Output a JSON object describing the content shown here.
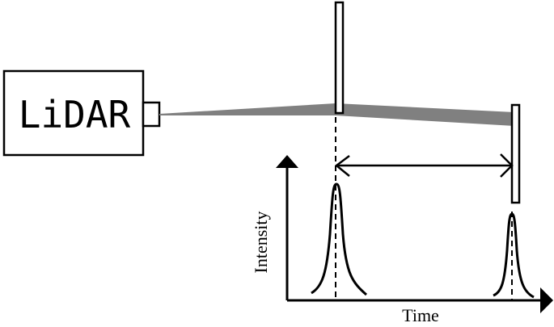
{
  "device": {
    "label": "LiDAR"
  },
  "axes": {
    "x_label": "Time",
    "y_label": "Intensity"
  },
  "colors": {
    "beam": "#808080",
    "stroke": "#000000",
    "background": "#ffffff"
  },
  "elements": {
    "near_target": "thin vertical plate partially intercepting the beam",
    "far_target": "thin vertical plate at end of beam",
    "time_of_flight_arrow": "double-headed arrow between the two return peaks"
  }
}
